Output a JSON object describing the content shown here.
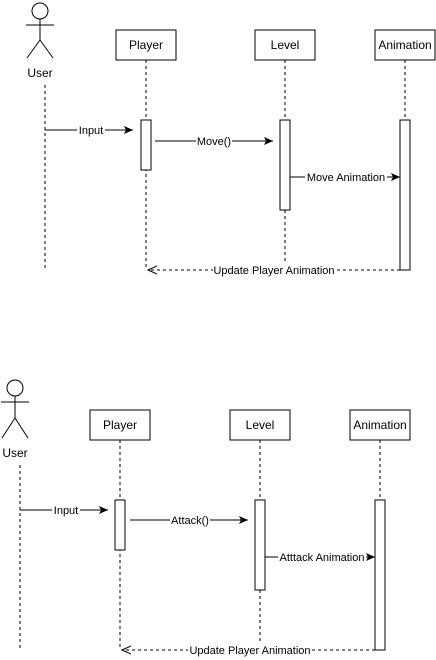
{
  "diagrams": [
    {
      "actor": "User",
      "participants": [
        "Player",
        "Level",
        "Animation"
      ],
      "messages": [
        {
          "label": "Input",
          "type": "sync"
        },
        {
          "label": "Move()",
          "type": "sync"
        },
        {
          "label": "Move Animation",
          "type": "sync"
        },
        {
          "label": "Update Player Animation",
          "type": "return"
        }
      ]
    },
    {
      "actor": "User",
      "participants": [
        "Player",
        "Level",
        "Animation"
      ],
      "messages": [
        {
          "label": "Input",
          "type": "sync"
        },
        {
          "label": "Attack()",
          "type": "sync"
        },
        {
          "label": "Atttack Animation",
          "type": "sync"
        },
        {
          "label": "Update Player Animation",
          "type": "return"
        }
      ]
    }
  ]
}
